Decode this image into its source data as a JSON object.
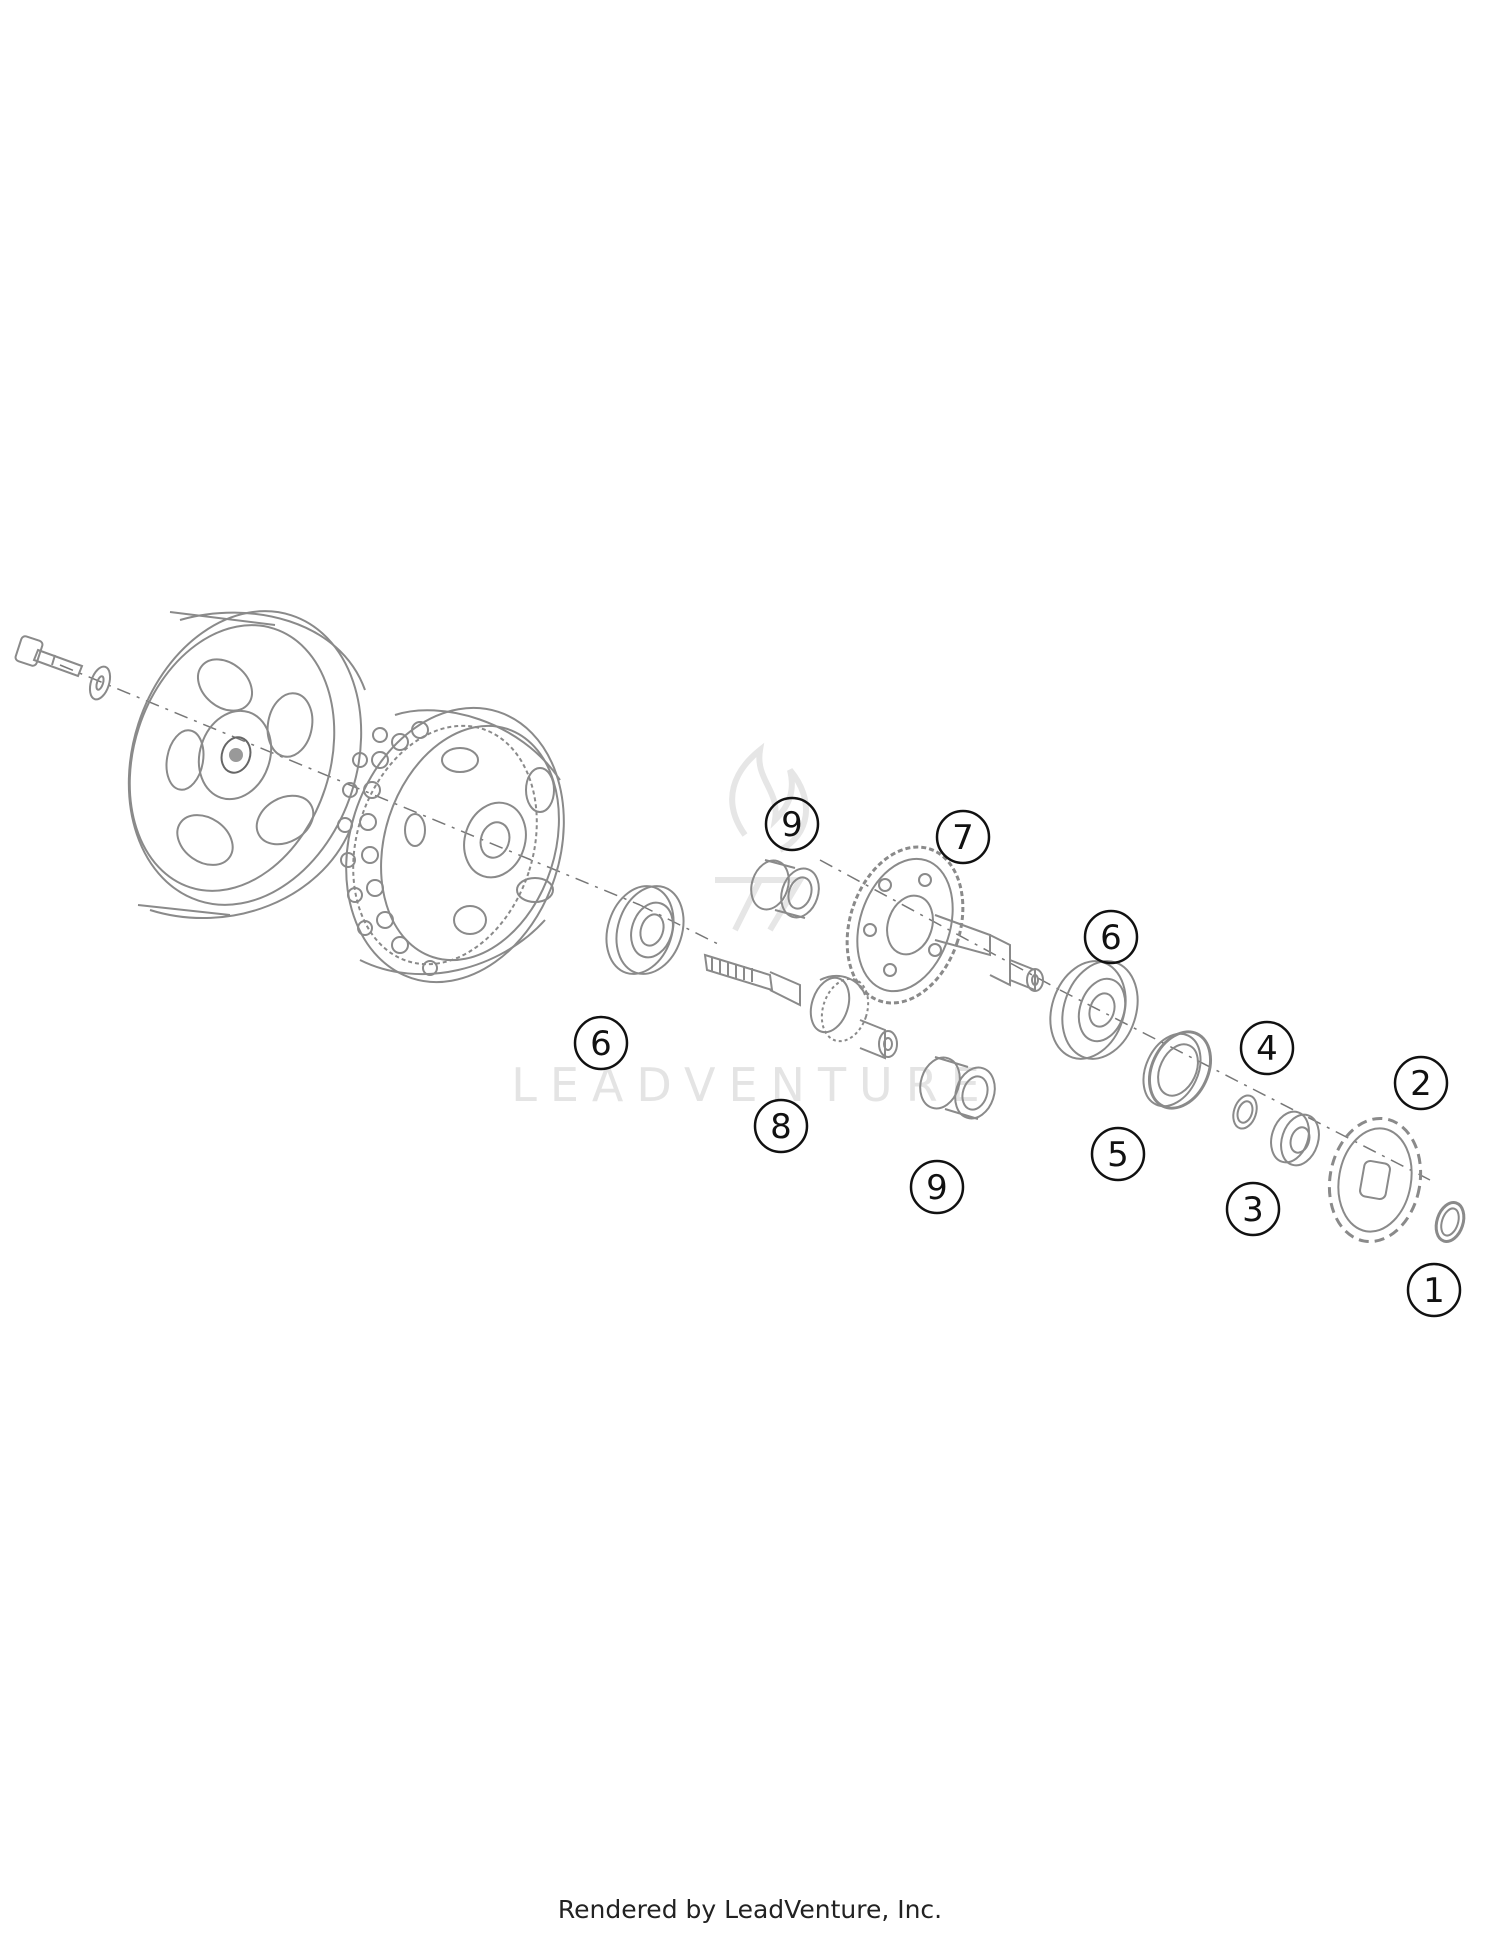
{
  "diagram": {
    "callouts": [
      {
        "id": "c1",
        "label": "1"
      },
      {
        "id": "c2",
        "label": "2"
      },
      {
        "id": "c3",
        "label": "3"
      },
      {
        "id": "c4",
        "label": "4"
      },
      {
        "id": "c5",
        "label": "5"
      },
      {
        "id": "c6a",
        "label": "6"
      },
      {
        "id": "c6b",
        "label": "6"
      },
      {
        "id": "c7",
        "label": "7"
      },
      {
        "id": "c8",
        "label": "8"
      },
      {
        "id": "c9a",
        "label": "9"
      },
      {
        "id": "c9b",
        "label": "9"
      }
    ]
  },
  "watermark": {
    "text": "LEADVENTURE"
  },
  "footer": {
    "text": "Rendered by LeadVenture, Inc."
  }
}
